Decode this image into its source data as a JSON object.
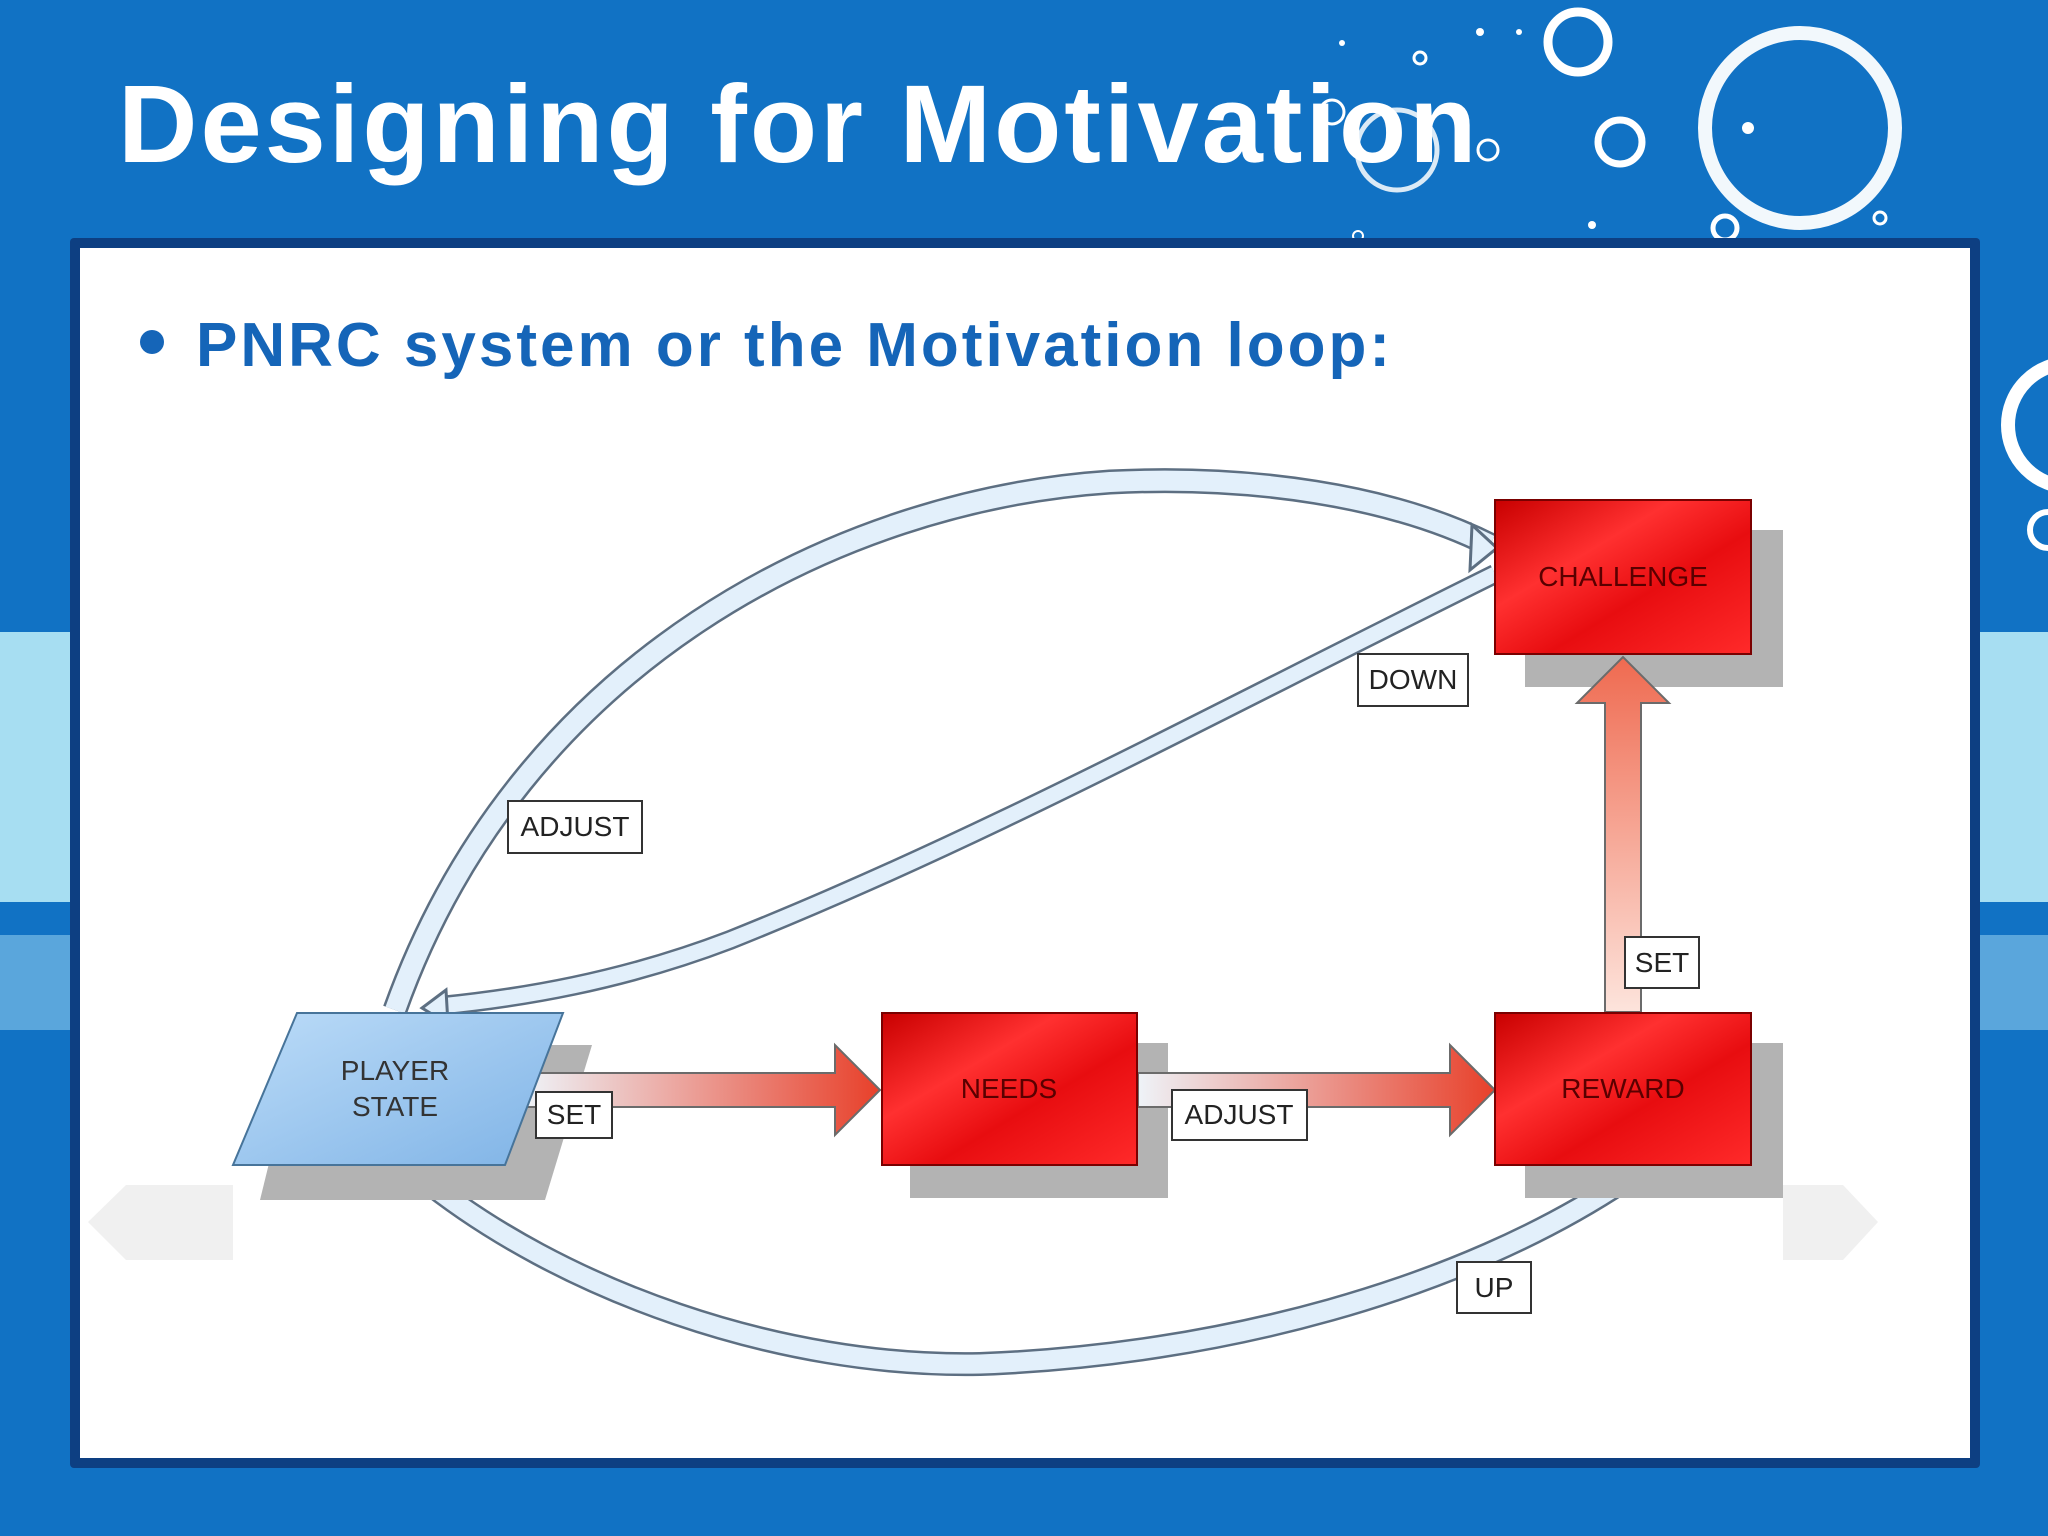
{
  "slide": {
    "title": "Designing for Motivation",
    "bullet": "PNRC system or the Motivation loop:"
  },
  "diagram": {
    "nodes": {
      "player_state": [
        "PLAYER",
        "STATE"
      ],
      "needs": "NEEDS",
      "reward": "REWARD",
      "challenge": "CHALLENGE"
    },
    "edge_labels": {
      "player_to_needs": "SET",
      "needs_to_reward": "ADJUST",
      "reward_to_challenge": "SET",
      "challenge_to_player": "DOWN",
      "player_to_challenge": "ADJUST",
      "reward_to_player": "UP"
    },
    "colors": {
      "box_red": "#ee1c24",
      "box_red_dark": "#b00000",
      "player_blue": "#8fc0ee",
      "arrow_light": "#e2f0fb"
    }
  },
  "navigation": {
    "prev_icon": "arrow-left-icon",
    "next_icon": "arrow-right-icon"
  }
}
